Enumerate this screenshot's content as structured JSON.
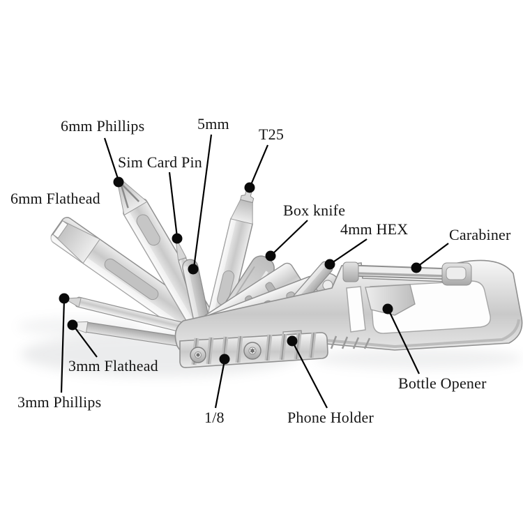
{
  "diagram": {
    "title": "Multi-tool carabiner parts diagram",
    "background_color": "#ffffff",
    "colors": {
      "label_text": "#151515",
      "leader_line": "#000000",
      "callout_dot": "#000000",
      "metal_light": "#f5f5f5",
      "metal_mid": "#c9c9c9",
      "metal_dark": "#8f8f8f"
    }
  },
  "labels": {
    "phillips6": "6mm Phillips",
    "simpin": "Sim Card Pin",
    "hex5": "5mm",
    "t25": "T25",
    "flathead6": "6mm Flathead",
    "boxknife": "Box knife",
    "hex4": "4mm HEX",
    "carabiner": "Carabiner",
    "bottle": "Bottle Opener",
    "phone": "Phone Holder",
    "eighth": "1/8",
    "flathead3": "3mm Flathead",
    "phillips3": "3mm Phillips"
  }
}
